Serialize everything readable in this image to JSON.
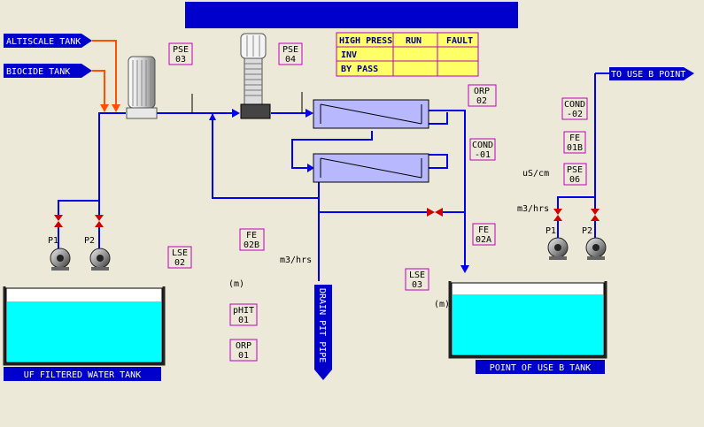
{
  "title": "",
  "status_table": {
    "headers": [
      "HIGH PRESS",
      "RUN",
      "FAULT"
    ],
    "rows": [
      "INV",
      "BY PASS"
    ],
    "colors": {
      "header_bg": "#ffff66",
      "cell_bg": "#ffff66",
      "header_text": "#000080"
    }
  },
  "feeds": {
    "altiscale": "ALTISCALE TANK",
    "biocide": "BIOCIDE TANK"
  },
  "destination": "TO USE B POINT",
  "drain": "DRAIN PIT PIPE",
  "tags": {
    "pse03": [
      "PSE",
      "03"
    ],
    "pse04": [
      "PSE",
      "04"
    ],
    "orp02": [
      "ORP",
      "02"
    ],
    "cond01": [
      "COND",
      "-01"
    ],
    "cond02": [
      "COND",
      "-02"
    ],
    "fe01b": [
      "FE",
      "01B"
    ],
    "pse06": [
      "PSE",
      "06"
    ],
    "fe02a": [
      "FE",
      "02A"
    ],
    "fe02b": [
      "FE",
      "02B"
    ],
    "lse02": [
      "LSE",
      "02"
    ],
    "lse03": [
      "LSE",
      "03"
    ],
    "phit01": [
      "pHIT",
      "01"
    ],
    "orp01": [
      "ORP",
      "01"
    ]
  },
  "units": {
    "conductivity": "uS/cm",
    "flow_right": "m3/hrs",
    "flow_mid": "m3/hrs",
    "level_left": "(m)",
    "level_right": "(m)"
  },
  "pumps": {
    "left": [
      "P1",
      "P2"
    ],
    "right": [
      "P1",
      "P2"
    ]
  },
  "tanks": {
    "uf": "UF FILTERED WATER TANK",
    "pou": "POINT OF USE B TANK"
  },
  "colors": {
    "pipe": "#0000ee",
    "feed_line": "#ff5000",
    "water": "#00ffff",
    "label_bg": "#0000cc",
    "tag_border": "#c000c0",
    "valve": "#cc0000",
    "membrane": "#b8b8ff",
    "background": "#ece9d8"
  }
}
